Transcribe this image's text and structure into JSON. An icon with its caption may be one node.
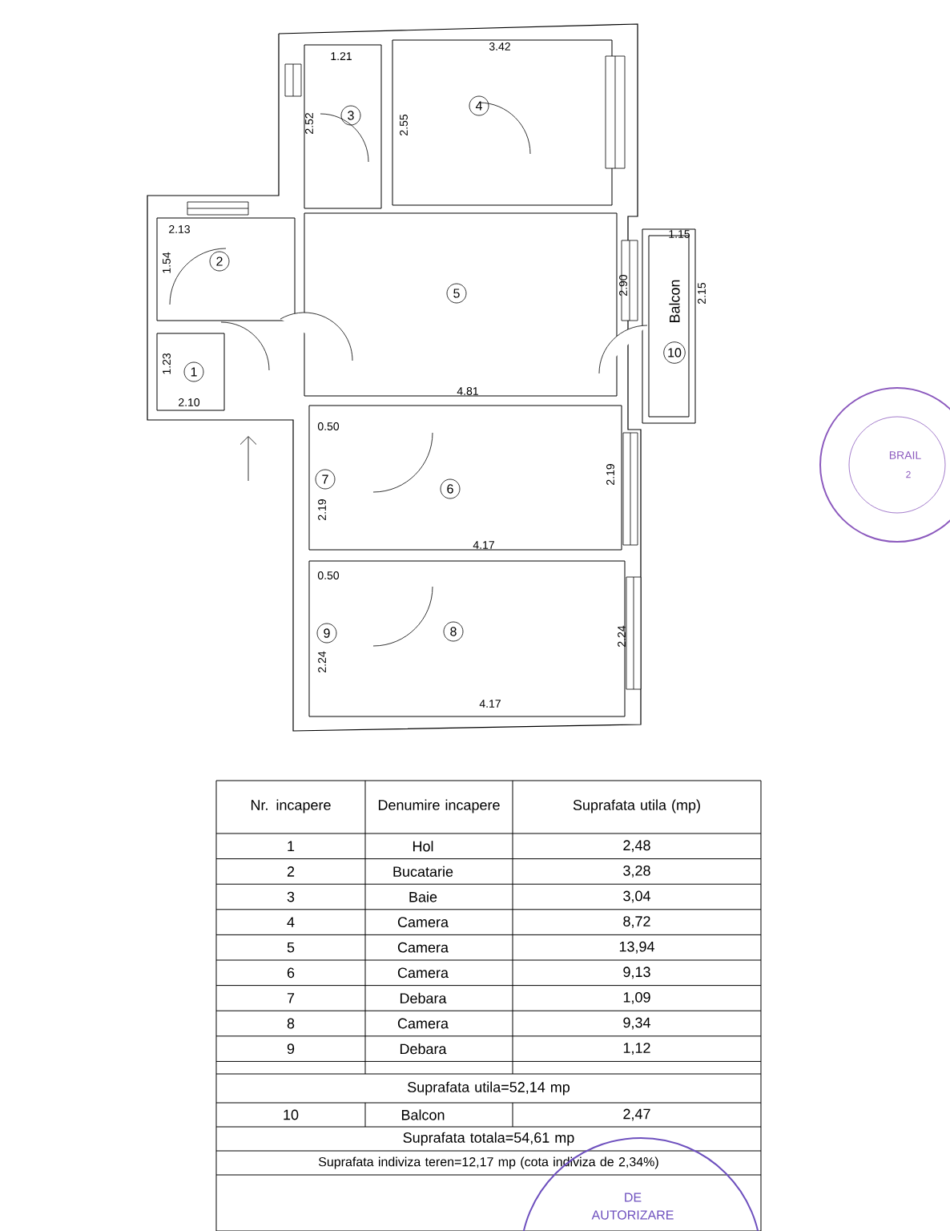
{
  "diagram": {
    "nodes": [
      {
        "text": [
          "1"
        ]
      },
      {
        "text": [
          "2"
        ]
      },
      {
        "text": [
          "3"
        ]
      },
      {
        "text": [
          "4"
        ]
      },
      {
        "text": [
          "5"
        ]
      },
      {
        "text": [
          "6"
        ]
      },
      {
        "text": [
          "7"
        ]
      },
      {
        "text": [
          "8"
        ]
      },
      {
        "text": [
          "9"
        ]
      },
      {
        "text": [
          "10"
        ],
        "beside": [
          "Balcon"
        ]
      }
    ],
    "edges": [],
    "labels": [
      "1.21",
      "3.42",
      "2.52",
      "2.55",
      "2.13",
      "1.54",
      "2.90",
      "1.15",
      "2.15",
      "1.23",
      "2.10",
      "4.81",
      "0.50",
      "2.19",
      "2.19",
      "4.17",
      "0.50",
      "2.24",
      "2.24",
      "4.17",
      "Nr. incapere",
      "Denumire incapere",
      "Suprafata utila (mp)",
      "1",
      "Hol",
      "2,48",
      "2",
      "Bucatarie",
      "3,28",
      "3",
      "Baie",
      "3,04",
      "4",
      "Camera",
      "8,72",
      "5",
      "Camera",
      "13,94",
      "6",
      "Camera",
      "9,13",
      "7",
      "Debara",
      "1,09",
      "8",
      "Camera",
      "9,34",
      "9",
      "Debara",
      "1,12",
      "Suprafata utila=52,14 mp",
      "10",
      "Balcon",
      "2,47",
      "Suprafata totala=54,61 mp",
      "Suprafata indiviza teren=12,17 mp (cota indiviza de 2,34%)",
      "BRAIL",
      "2",
      "DE",
      "AUTORIZARE"
    ]
  }
}
